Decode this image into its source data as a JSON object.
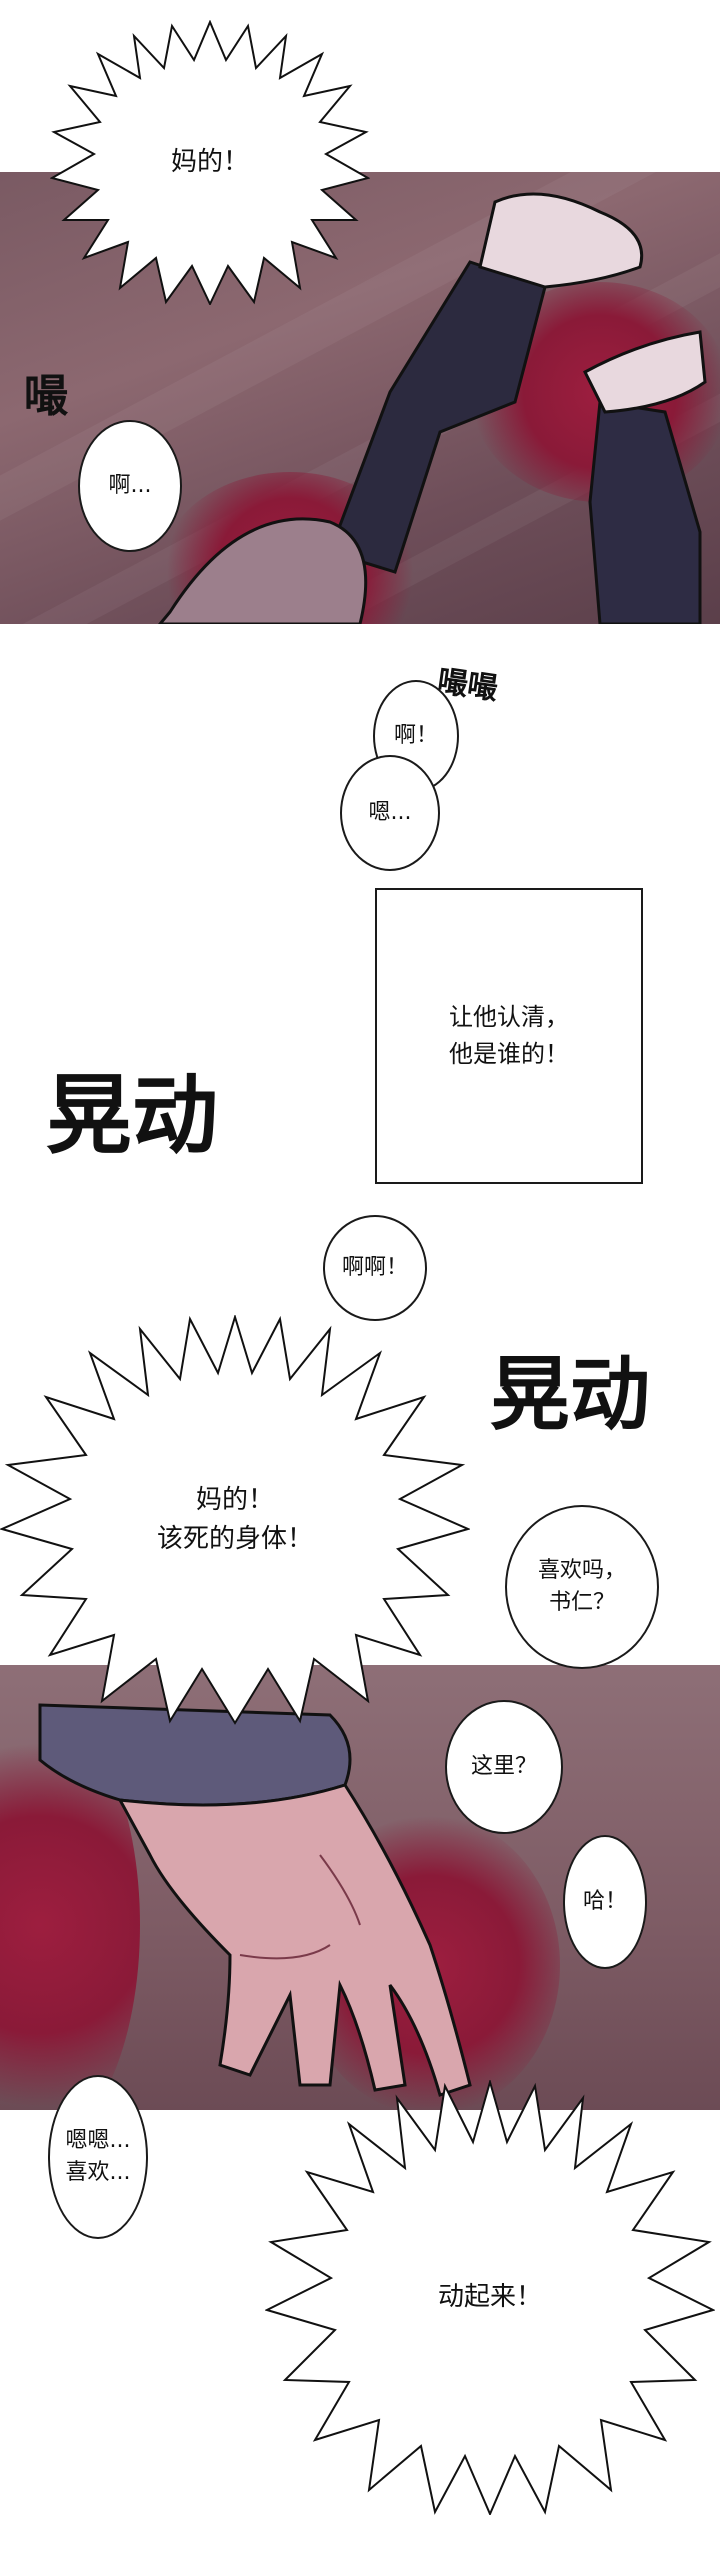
{
  "panel1": {
    "burst_text": "妈的！",
    "sfx_vertical": "嘬",
    "bubble_text": "啊..."
  },
  "middle": {
    "sfx_small": "嘬嘬",
    "bubble_a": "啊！",
    "bubble_b": "嗯...",
    "caption": "让他认清，\n他是谁的！",
    "sfx_large_left": "晃动",
    "bubble_c": "啊啊！",
    "sfx_large_right": "晃动",
    "burst_text": "妈的！\n该死的身体！",
    "bubble_d": "喜欢吗，\n书仁？",
    "bubble_e": "这里？",
    "bubble_f": "哈！"
  },
  "bottom": {
    "bubble_g": "嗯嗯...\n喜欢...",
    "burst_text": "动起来！"
  },
  "colors": {
    "blood": "#8a1a38",
    "floor": "#7a5a63",
    "skin": "#d9a6ad",
    "sleeve": "#5e5a7a"
  }
}
